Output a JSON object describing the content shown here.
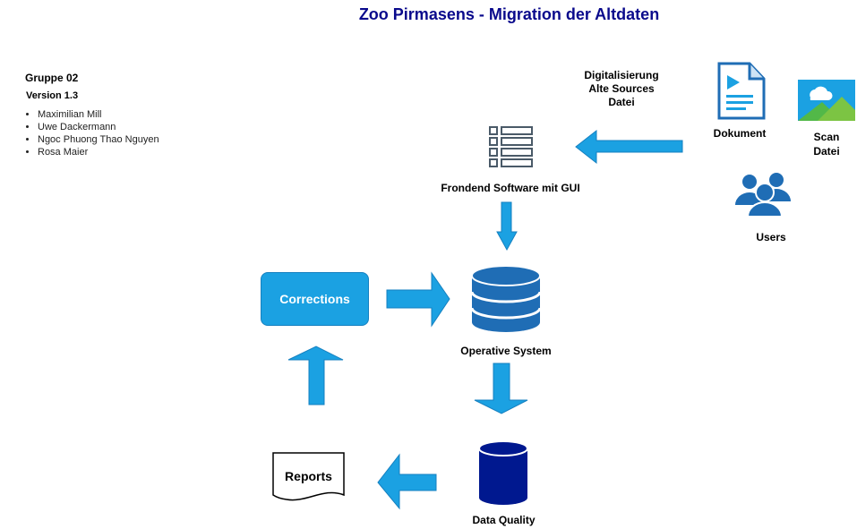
{
  "title": "Zoo Pirmasens - Migration der Altdaten",
  "team": {
    "group": "Gruppe 02",
    "version": "Version 1.3",
    "members": [
      "Maximilian Mill",
      "Uwe Dackermann",
      "Ngoc Phuong Thao Nguyen",
      "Rosa Maier"
    ]
  },
  "nodes": {
    "digitalisierung": [
      "Digitalisierung",
      "Alte Sources",
      "Datei"
    ],
    "dokument": "Dokument",
    "scan": [
      "Scan",
      "Datei"
    ],
    "users": "Users",
    "frontend": "Frondend Software mit GUI",
    "operative": "Operative System",
    "corrections": "Corrections",
    "data_quality": "Data Quality",
    "reports": "Reports"
  },
  "colors": {
    "title": "#0a0a8c",
    "arrow": "#1ba1e2",
    "db_blue": "#1f6db5",
    "db_dark": "#00188f",
    "icon_gray": "#4a5a68"
  }
}
